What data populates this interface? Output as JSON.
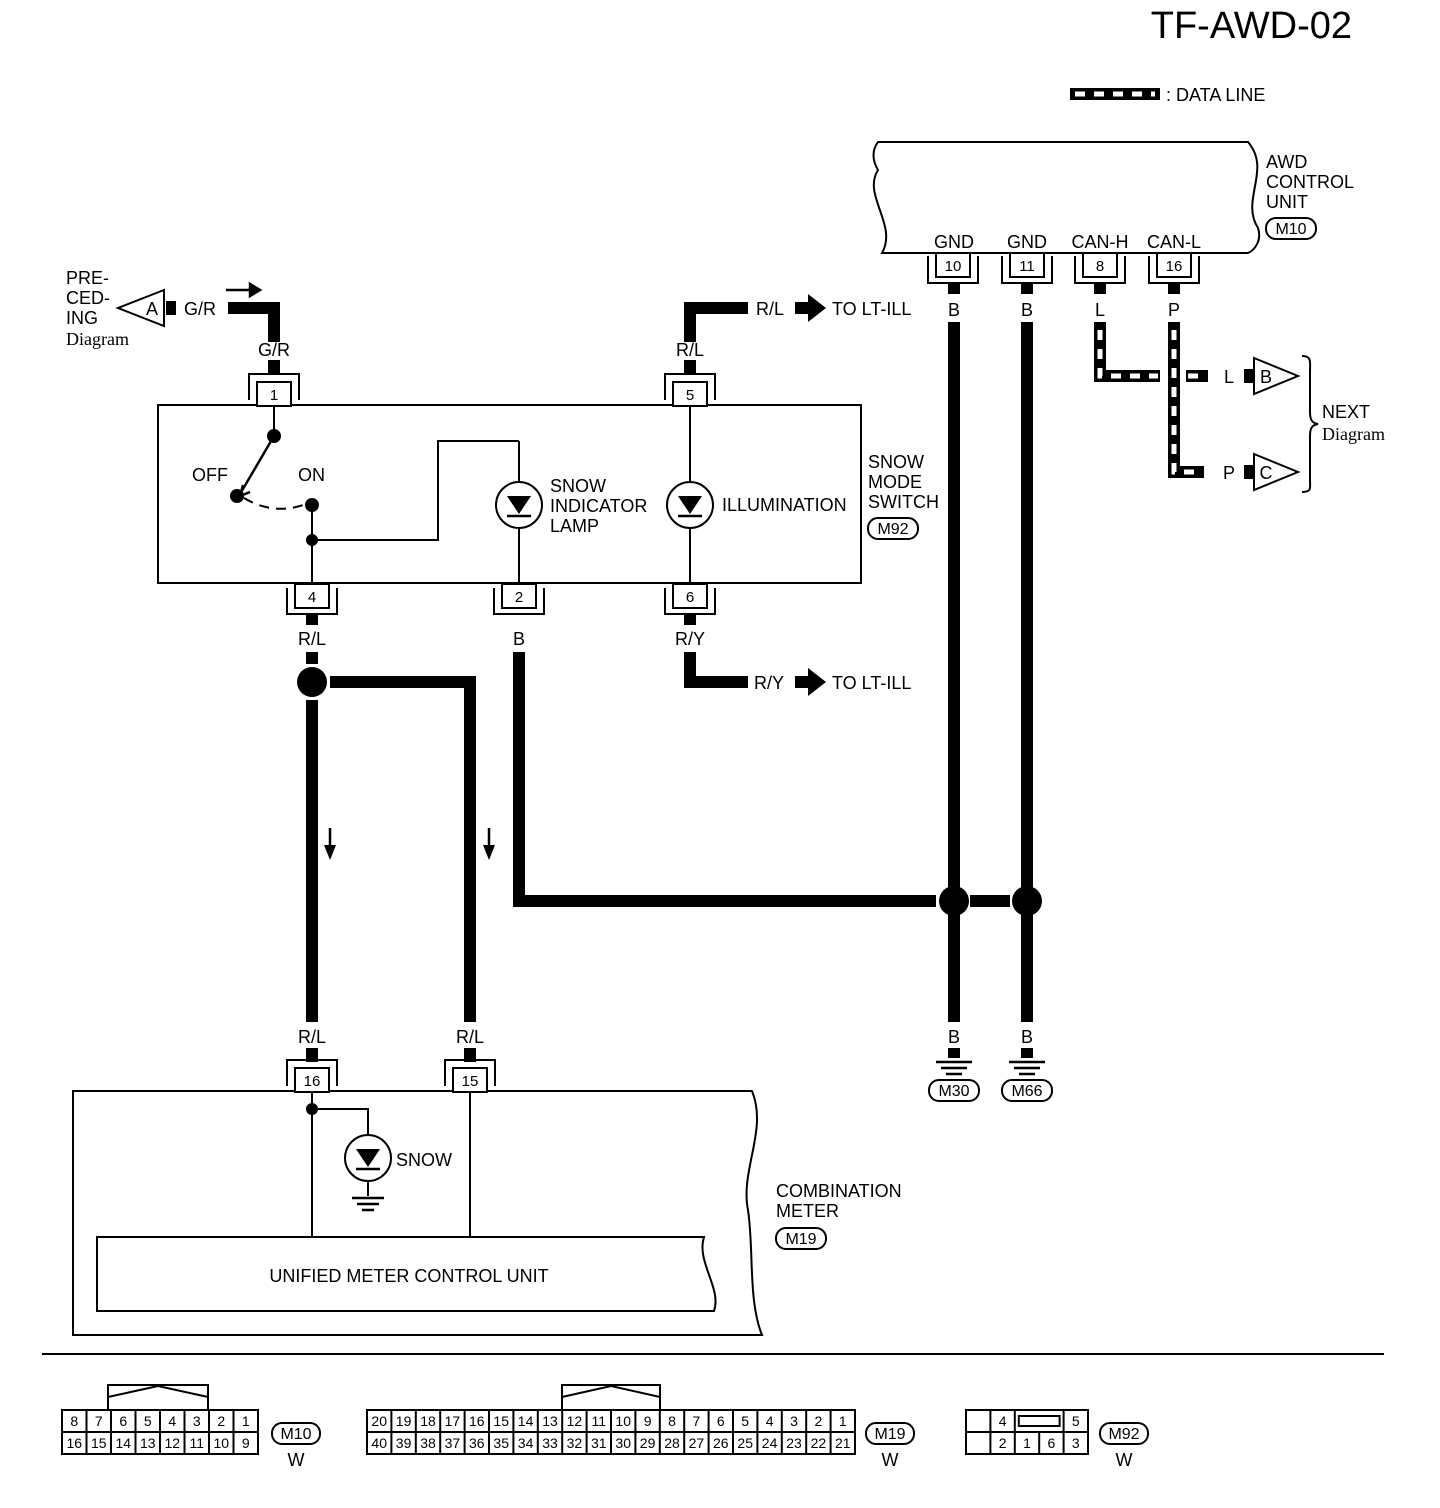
{
  "title": "TF-AWD-02",
  "legend": {
    "data_line": ": DATA LINE"
  },
  "awd_unit": {
    "name": [
      "AWD",
      "CONTROL",
      "UNIT"
    ],
    "connector": "M10",
    "terminals": [
      {
        "label": "GND",
        "pin": "10",
        "wire": "B"
      },
      {
        "label": "GND",
        "pin": "11",
        "wire": "B"
      },
      {
        "label": "CAN-H",
        "pin": "8",
        "wire": "L"
      },
      {
        "label": "CAN-L",
        "pin": "16",
        "wire": "P"
      }
    ]
  },
  "next": {
    "label": [
      "NEXT",
      "Diagram"
    ],
    "l": "L",
    "b": "B",
    "p": "P",
    "c": "C"
  },
  "preceding": {
    "label": [
      "PRE-",
      "CED-",
      "ING",
      "Diagram"
    ],
    "a": "A",
    "wire": "G/R"
  },
  "snow_switch": {
    "name": [
      "SNOW",
      "MODE",
      "SWITCH"
    ],
    "connector": "M92",
    "pins": {
      "p1": "1",
      "p5": "5",
      "p4": "4",
      "p2": "2",
      "p6": "6"
    },
    "off": "OFF",
    "on": "ON",
    "lamp": [
      "SNOW",
      "INDICATOR",
      "LAMP"
    ],
    "illumination": "ILLUMINATION"
  },
  "wires": {
    "g_r": "G/R",
    "r_l": "R/L",
    "r_y": "R/Y",
    "b": "B",
    "to_lt_ill": "TO LT-ILL"
  },
  "grounds": [
    "M30",
    "M66"
  ],
  "combination_meter": {
    "name": [
      "COMBINATION",
      "METER"
    ],
    "connector": "M19",
    "pins": [
      "16",
      "15"
    ],
    "snow": "SNOW",
    "unified": "UNIFIED METER CONTROL UNIT"
  },
  "connector_views": [
    {
      "id": "M10",
      "color": "W",
      "top": [
        "8",
        "7",
        "6",
        "5",
        "4",
        "3",
        "2",
        "1"
      ],
      "bottom": [
        "16",
        "15",
        "14",
        "13",
        "12",
        "11",
        "10",
        "9"
      ]
    },
    {
      "id": "M19",
      "color": "W",
      "top": [
        "20",
        "19",
        "18",
        "17",
        "16",
        "15",
        "14",
        "13",
        "12",
        "11",
        "10",
        "9",
        "8",
        "7",
        "6",
        "5",
        "4",
        "3",
        "2",
        "1"
      ],
      "bottom": [
        "40",
        "39",
        "38",
        "37",
        "36",
        "35",
        "34",
        "33",
        "32",
        "31",
        "30",
        "29",
        "28",
        "27",
        "26",
        "25",
        "24",
        "23",
        "22",
        "21"
      ]
    },
    {
      "id": "M92",
      "color": "W",
      "top": [
        "",
        "4",
        "",
        "5"
      ],
      "bottom": [
        "",
        "2",
        "1",
        "6",
        "3"
      ]
    }
  ]
}
